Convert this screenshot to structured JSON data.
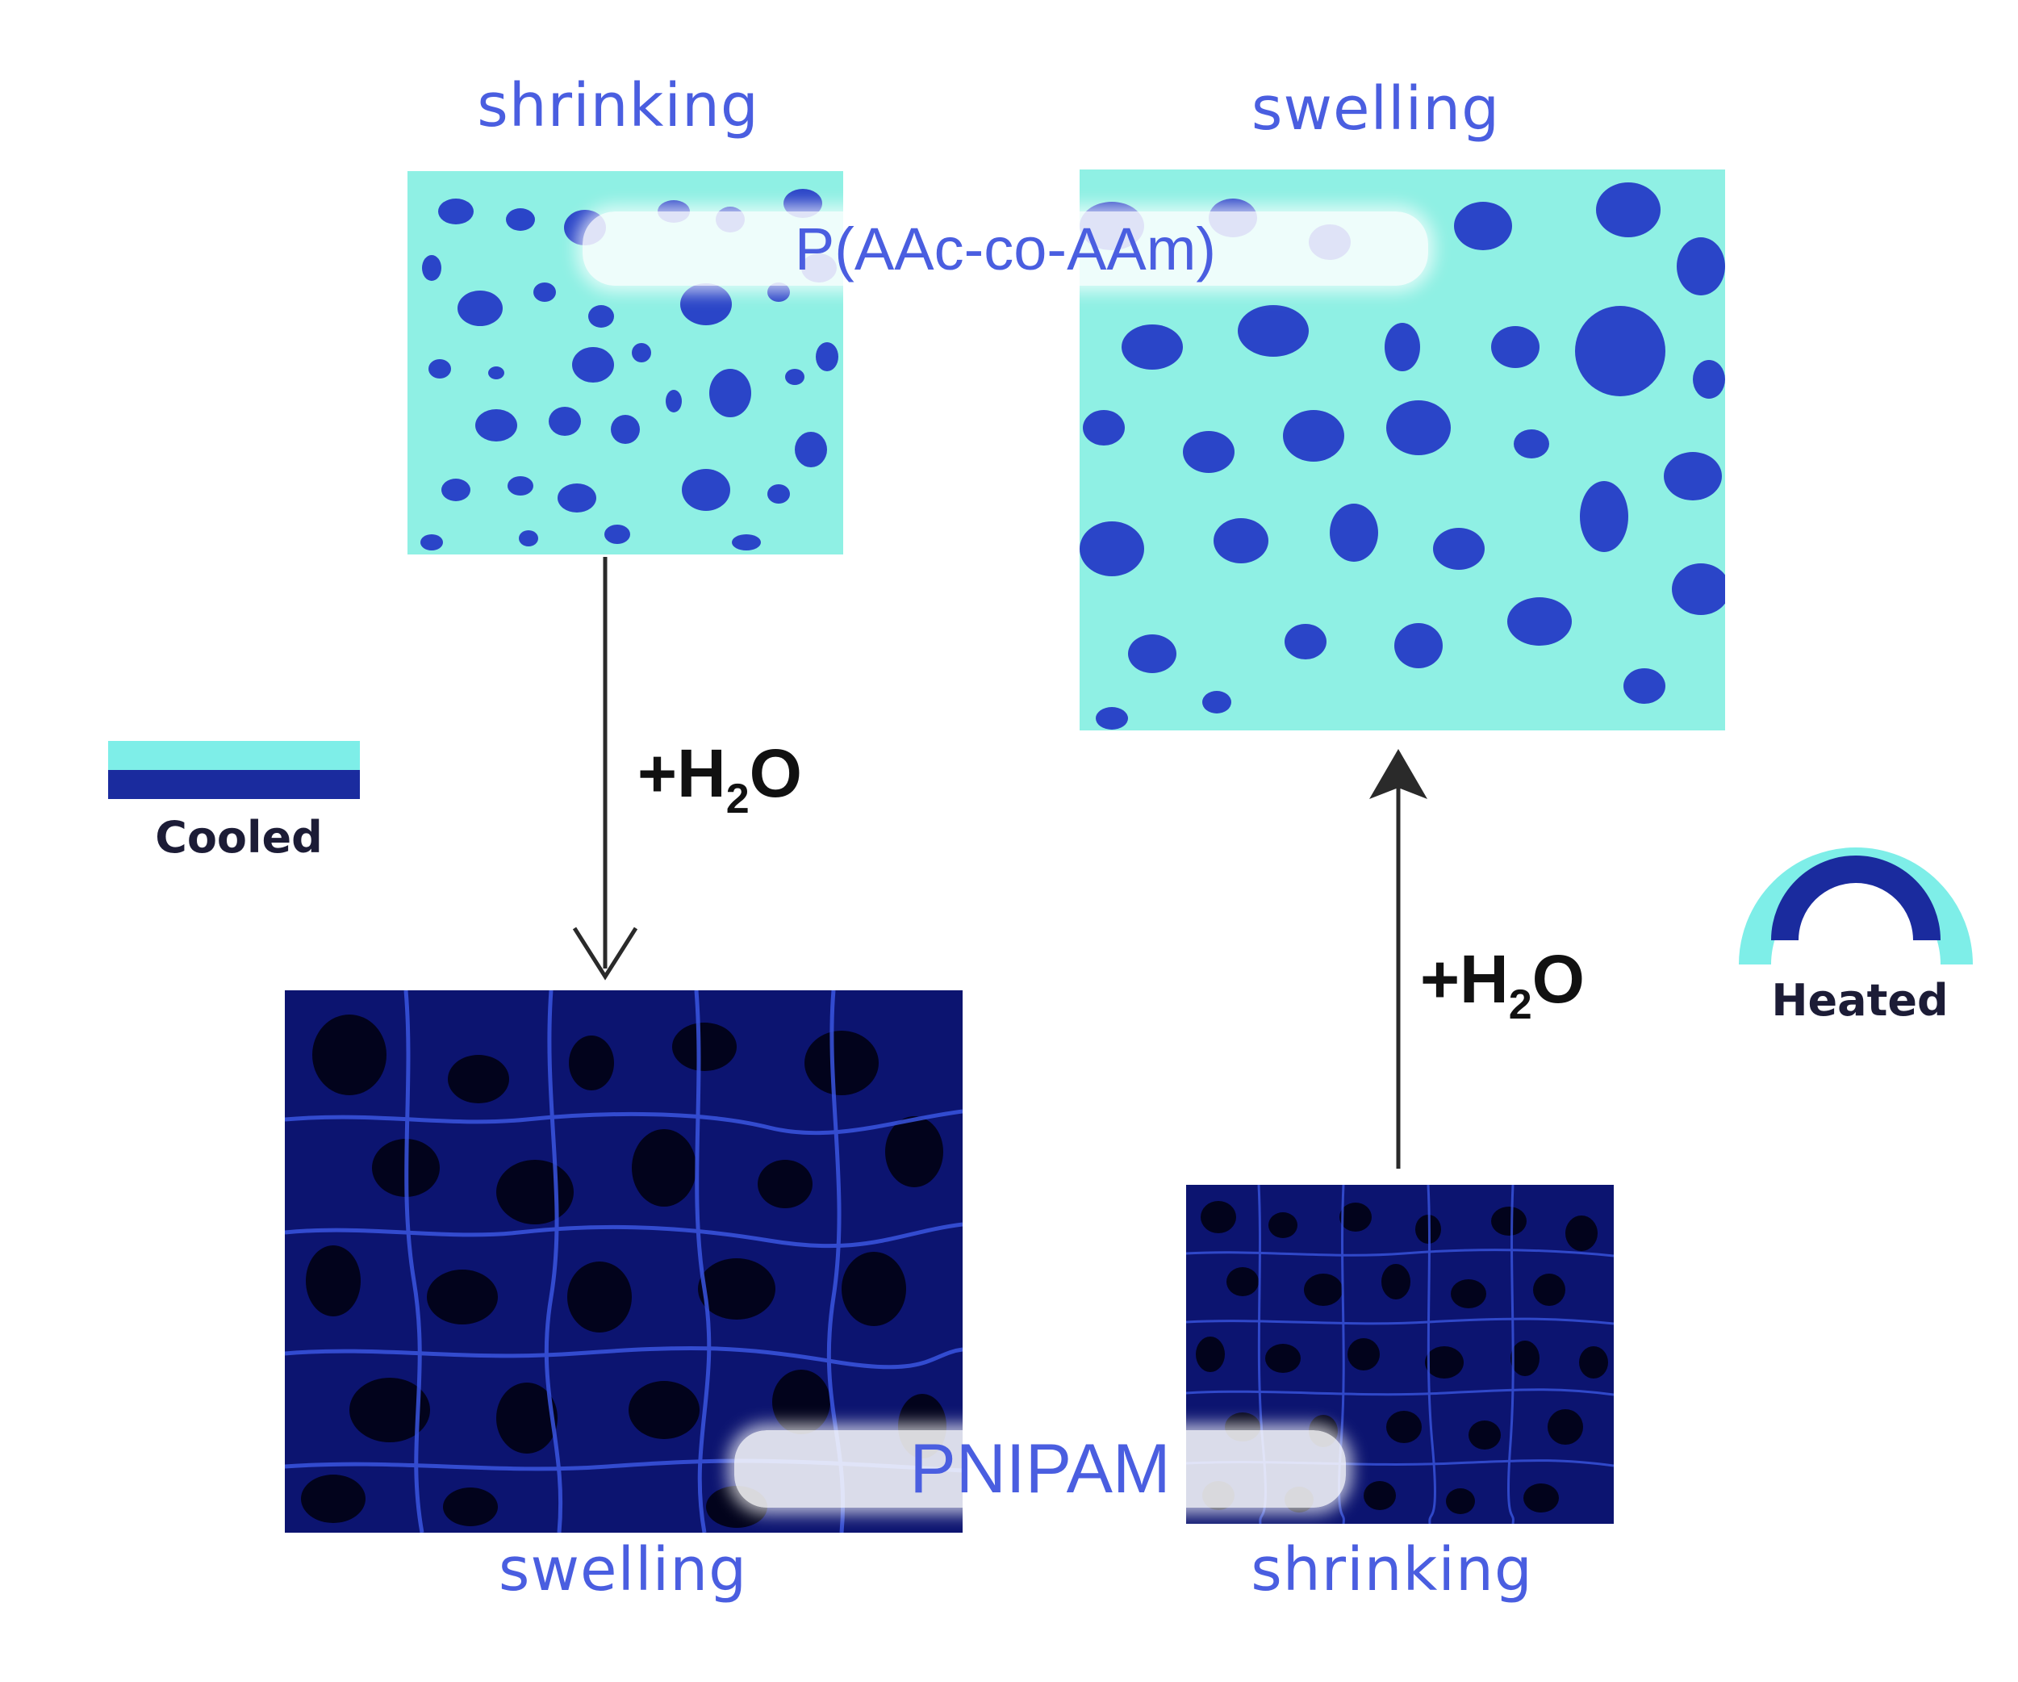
{
  "labels": {
    "top_left_state": "shrinking",
    "top_right_state": "swelling",
    "bottom_left_state": "swelling",
    "bottom_right_state": "shrinking"
  },
  "materials": {
    "top": "P(AAc-co-AAm)",
    "bottom": "PNIPAM"
  },
  "transitions": {
    "left_arrow_label": "+H",
    "left_arrow_sub": "2",
    "left_arrow_tail": "O",
    "right_arrow_label": "+H",
    "right_arrow_sub": "2",
    "right_arrow_tail": "O"
  },
  "legend": {
    "cooled_label": "Cooled",
    "heated_label": "Heated",
    "colors": {
      "light": "#7eeee8",
      "dark": "#1a2b9e"
    }
  },
  "colors": {
    "hydrogel_light": "#8ff0e4",
    "pore_blue": "#2a45c8",
    "pnipam_dark": "#0c1470",
    "label_blue": "#4a5ee0",
    "arrow": "#2a2a2a"
  }
}
